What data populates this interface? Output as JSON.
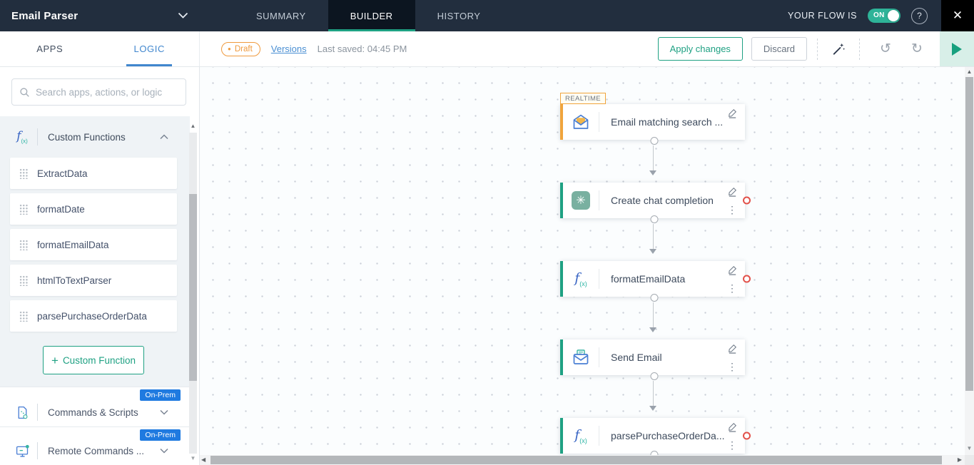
{
  "colors": {
    "header_navy": "#222e3e",
    "header_active_tab": "#0c1520",
    "accent_teal": "#1fa183",
    "toggle_green": "#2eb398",
    "logic_blue": "#4187ce",
    "link_blue": "#4a8fd3",
    "draft_orange": "#ef9a3e",
    "onprem_blue": "#1f7ae0",
    "error_red": "#e2514a",
    "node_trigger_orange": "#f0a43c"
  },
  "icons": {
    "undo": "↺",
    "redo": "↻",
    "menu": "⋮",
    "openai_glyph": "✳",
    "close": "✕",
    "help": "?",
    "plus": "+",
    "dot": "●",
    "scroll_up": "▲",
    "scroll_down": "▼",
    "scroll_left": "◀",
    "scroll_right": "▶"
  },
  "header": {
    "flow_name": "Email Parser",
    "tabs": [
      {
        "label": "SUMMARY"
      },
      {
        "label": "BUILDER"
      },
      {
        "label": "HISTORY"
      }
    ],
    "status_label": "YOUR FLOW IS",
    "toggle_state": "ON"
  },
  "toolbar": {
    "draft_label": "Draft",
    "versions_label": "Versions",
    "last_saved": "Last saved: 04:45 PM",
    "apply_label": "Apply changes",
    "discard_label": "Discard"
  },
  "sidebar": {
    "tab_apps": "APPS",
    "tab_logic": "LOGIC",
    "search_placeholder": "Search apps, actions, or logic",
    "custom_functions_title": "Custom Functions",
    "function_items": [
      "ExtractData",
      "formatDate",
      "formatEmailData",
      "htmlToTextParser",
      "parsePurchaseOrderData"
    ],
    "add_function_label": "Custom Function",
    "sections": [
      {
        "label": "Commands & Scripts",
        "badge": "On-Prem"
      },
      {
        "label": "Remote Commands ...",
        "badge": "On-Prem"
      }
    ]
  },
  "canvas": {
    "trigger_tag": "REALTIME",
    "nodes": [
      {
        "title": "Email matching search ..."
      },
      {
        "title": "Create chat completion"
      },
      {
        "title": "formatEmailData"
      },
      {
        "title": "Send Email"
      },
      {
        "title": "parsePurchaseOrderDa..."
      }
    ]
  }
}
